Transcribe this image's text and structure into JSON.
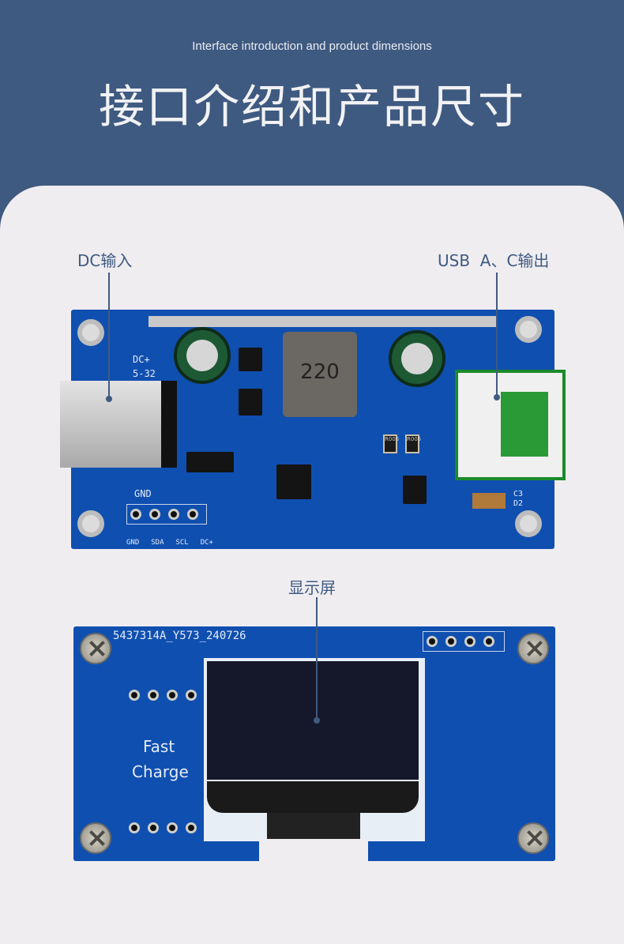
{
  "header": {
    "subtitle": "Interface introduction and product dimensions",
    "title": "接口介绍和产品尺寸"
  },
  "labels": {
    "dc_input": "DC输入",
    "usb_output": "USB  A、C输出",
    "display": "显示屏"
  },
  "top_board": {
    "dc_silk": "DC+",
    "voltage_silk": "5-32",
    "gnd_silk": "GND",
    "inductor": "220",
    "resistor1": "R005",
    "resistor2": "R005",
    "pins": [
      "GND",
      "SDA",
      "SCL",
      "DC+"
    ],
    "c3": "C3",
    "d2": "D2"
  },
  "bottom_board": {
    "serial": "5437314A_Y573_240726",
    "fast": "Fast",
    "charge": "Charge"
  }
}
